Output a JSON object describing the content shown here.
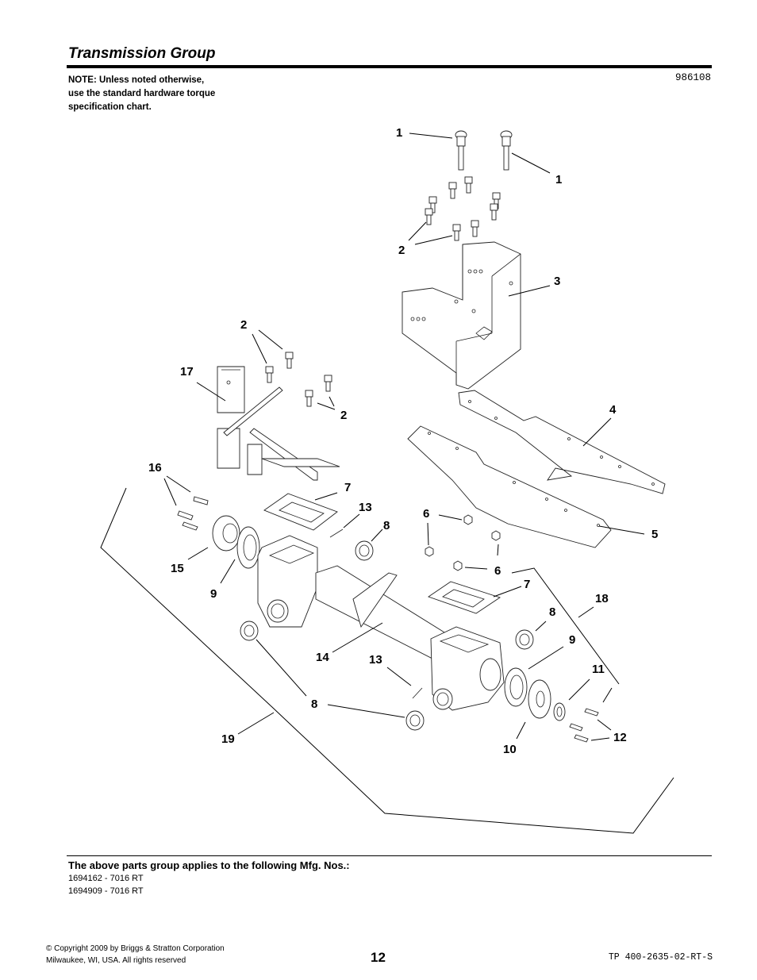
{
  "header": {
    "title": "Transmission Group",
    "note_lines": [
      "NOTE: Unless noted otherwise,",
      "use the standard hardware torque",
      "specification chart."
    ],
    "figure_number": "986108"
  },
  "diagram": {
    "callouts": [
      {
        "id": "c1a",
        "label": "1"
      },
      {
        "id": "c1b",
        "label": "1"
      },
      {
        "id": "c2a",
        "label": "2"
      },
      {
        "id": "c3",
        "label": "3"
      },
      {
        "id": "c2b",
        "label": "2"
      },
      {
        "id": "c17",
        "label": "17"
      },
      {
        "id": "c2c",
        "label": "2"
      },
      {
        "id": "c4",
        "label": "4"
      },
      {
        "id": "c16",
        "label": "16"
      },
      {
        "id": "c7a",
        "label": "7"
      },
      {
        "id": "c13a",
        "label": "13"
      },
      {
        "id": "c8a",
        "label": "8"
      },
      {
        "id": "c6a",
        "label": "6"
      },
      {
        "id": "c5",
        "label": "5"
      },
      {
        "id": "c15",
        "label": "15"
      },
      {
        "id": "c6b",
        "label": "6"
      },
      {
        "id": "c9a",
        "label": "9"
      },
      {
        "id": "c7b",
        "label": "7"
      },
      {
        "id": "c18",
        "label": "18"
      },
      {
        "id": "c8b",
        "label": "8"
      },
      {
        "id": "c9b",
        "label": "9"
      },
      {
        "id": "c14",
        "label": "14"
      },
      {
        "id": "c13b",
        "label": "13"
      },
      {
        "id": "c11",
        "label": "11"
      },
      {
        "id": "c8c",
        "label": "8"
      },
      {
        "id": "c19",
        "label": "19"
      },
      {
        "id": "c12",
        "label": "12"
      },
      {
        "id": "c10",
        "label": "10"
      }
    ]
  },
  "applies": {
    "heading": "The above parts group applies to the following Mfg. Nos.:",
    "items": [
      "1694162 - 7016 RT",
      "1694909 - 7016 RT"
    ]
  },
  "footer": {
    "copyright_lines": [
      "© Copyright  2009 by Briggs & Stratton Corporation",
      "Milwaukee, WI, USA. All rights reserved"
    ],
    "page_number": "12",
    "document_number": "TP 400-2635-02-RT-S"
  }
}
